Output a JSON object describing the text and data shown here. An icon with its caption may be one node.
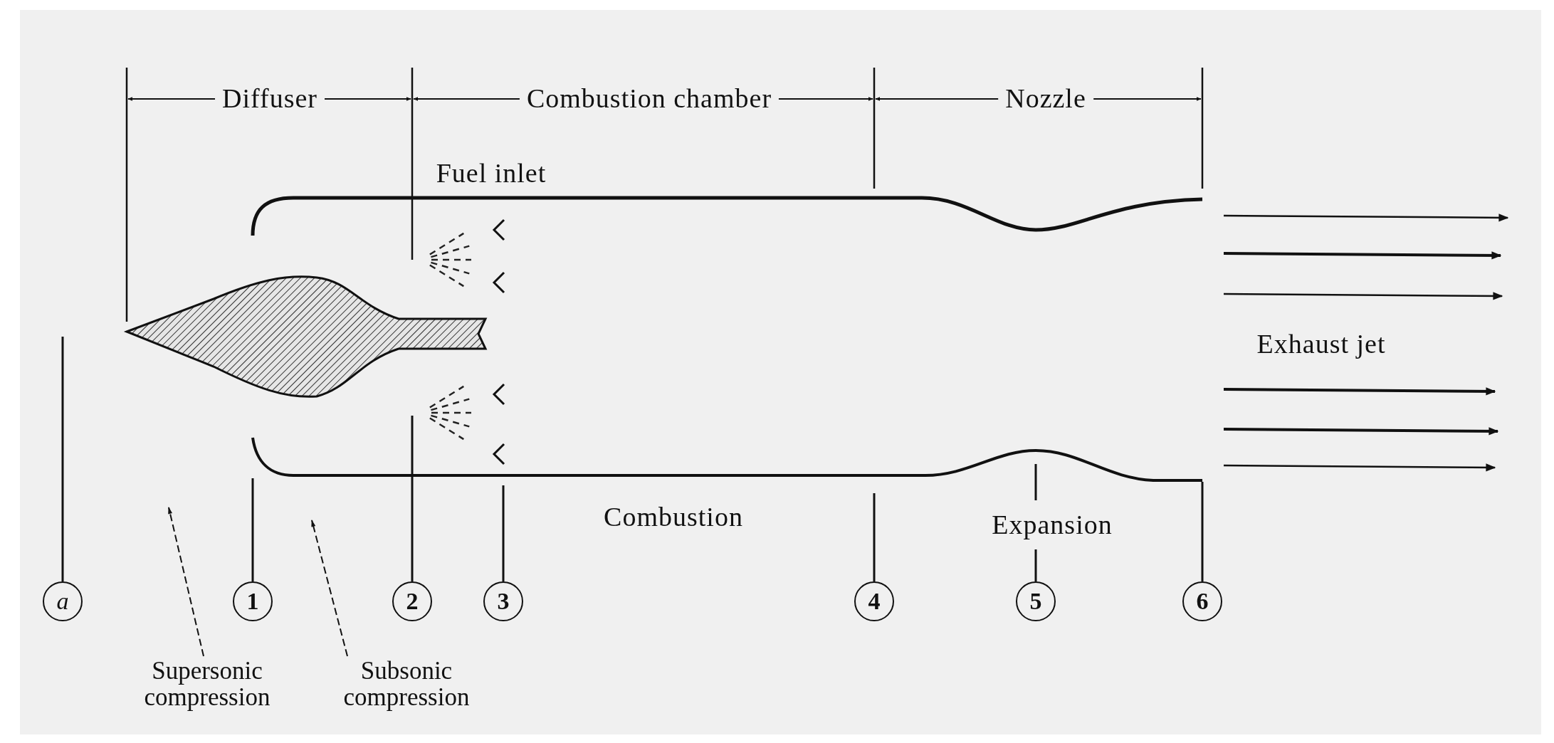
{
  "diagram": {
    "nodes": [
      {
        "text": [
          "a"
        ]
      },
      {
        "text": [
          "1"
        ]
      },
      {
        "text": [
          "2"
        ]
      },
      {
        "text": [
          "3"
        ]
      },
      {
        "text": [
          "4"
        ]
      },
      {
        "text": [
          "5"
        ]
      },
      {
        "text": [
          "6"
        ]
      },
      {
        "text": [
          "Supersonic compression"
        ]
      },
      {
        "text": [
          "Subsonic compression"
        ]
      }
    ],
    "edges": [
      {
        "from": 0,
        "to": null,
        "arrow": "none"
      },
      {
        "from": 1,
        "to": null,
        "arrow": "none"
      },
      {
        "from": 2,
        "to": null,
        "arrow": "none"
      },
      {
        "from": 3,
        "to": null,
        "arrow": "none"
      },
      {
        "from": 4,
        "to": null,
        "arrow": "none"
      },
      {
        "from": 5,
        "to": null,
        "arrow": "none"
      },
      {
        "from": 6,
        "to": null,
        "arrow": "none"
      },
      {
        "from": 7,
        "to": null,
        "arrow": "to",
        "style": "dashed"
      },
      {
        "from": 8,
        "to": null,
        "arrow": "to",
        "style": "dashed"
      }
    ],
    "labels": [
      "Diffuser",
      "Combustion chamber",
      "Nozzle",
      "Fuel inlet",
      "Exhaust jet",
      "Combustion",
      "Expansion"
    ]
  }
}
